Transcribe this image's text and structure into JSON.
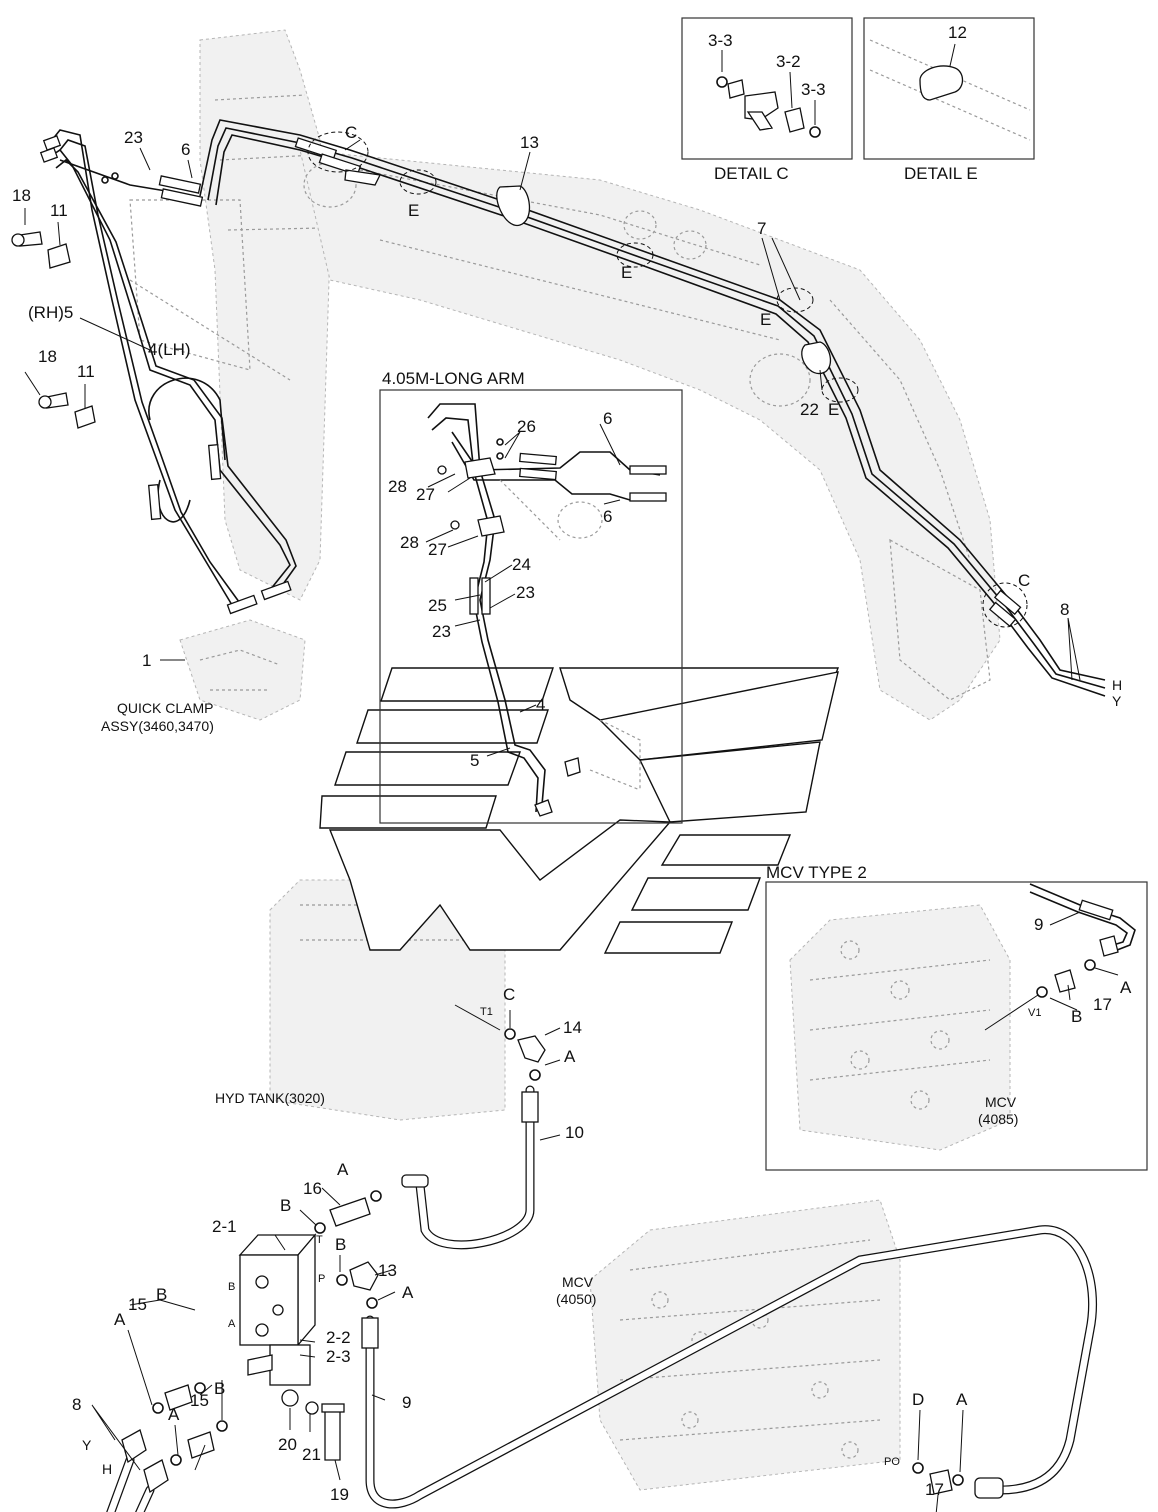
{
  "diagram": {
    "callouts": {
      "c1": "1",
      "c4lh": "4(LH)",
      "c5rh": "(RH)5",
      "c6a": "6",
      "c7": "7",
      "c8a": "8",
      "c8b": "8",
      "c9a": "9",
      "c9b": "9",
      "c10": "10",
      "c11a": "11",
      "c11b": "11",
      "c12": "12",
      "c13a": "13",
      "c13b": "13",
      "c14": "14",
      "c15a": "15",
      "c15b": "15",
      "c16": "16",
      "c17a": "17",
      "c17b": "17",
      "c18a": "18",
      "c18b": "18",
      "c19": "19",
      "c20": "20",
      "c21": "21",
      "c22": "22",
      "c23a": "23",
      "c2_1": "2-1",
      "c2_2": "2-2",
      "c2_3": "2-3",
      "c3_3a": "3-3",
      "c3_2": "3-2",
      "c3_3b": "3-3"
    },
    "arm_callouts": {
      "n26": "26",
      "n6a": "6",
      "n6b": "6",
      "n28a": "28",
      "n27a": "27",
      "n28b": "28",
      "n27b": "27",
      "n24": "24",
      "n25": "25",
      "n23a": "23",
      "n23b": "23",
      "n4": "4",
      "n5": "5"
    },
    "letters": {
      "cTop": "C",
      "cRight": "C",
      "cTank": "C",
      "e1": "E",
      "e2": "E",
      "e3": "E",
      "e4": "E",
      "h": "H",
      "y": "Y",
      "hLow": "H",
      "yLow": "Y",
      "a1": "A",
      "a2": "A",
      "a3": "A",
      "a4": "A",
      "a5": "A",
      "a6": "A",
      "a7": "A",
      "b1": "B",
      "b2": "B",
      "b3": "B",
      "b4": "B",
      "b5": "B",
      "d": "D"
    },
    "ports": {
      "t1": "T1",
      "v1": "V1",
      "po": "PO",
      "blockT": "T",
      "blockP": "P",
      "blockB": "B",
      "blockA": "A"
    },
    "captions": {
      "detail_c": "DETAIL  C",
      "detail_e": "DETAIL  E",
      "long_arm": "4.05M-LONG ARM",
      "mcv_type2": "MCV TYPE 2",
      "quick_clamp_1": "QUICK CLAMP",
      "quick_clamp_2": "ASSY(3460,3470)",
      "hyd_tank": "HYD TANK(3020)",
      "mcv_4050_1": "MCV",
      "mcv_4050_2": "(4050)",
      "mcv_4085_1": "MCV",
      "mcv_4085_2": "(4085)"
    },
    "colors": {
      "line": "#111111",
      "ghost": "#9a9a9a",
      "background": "#ffffff"
    }
  }
}
